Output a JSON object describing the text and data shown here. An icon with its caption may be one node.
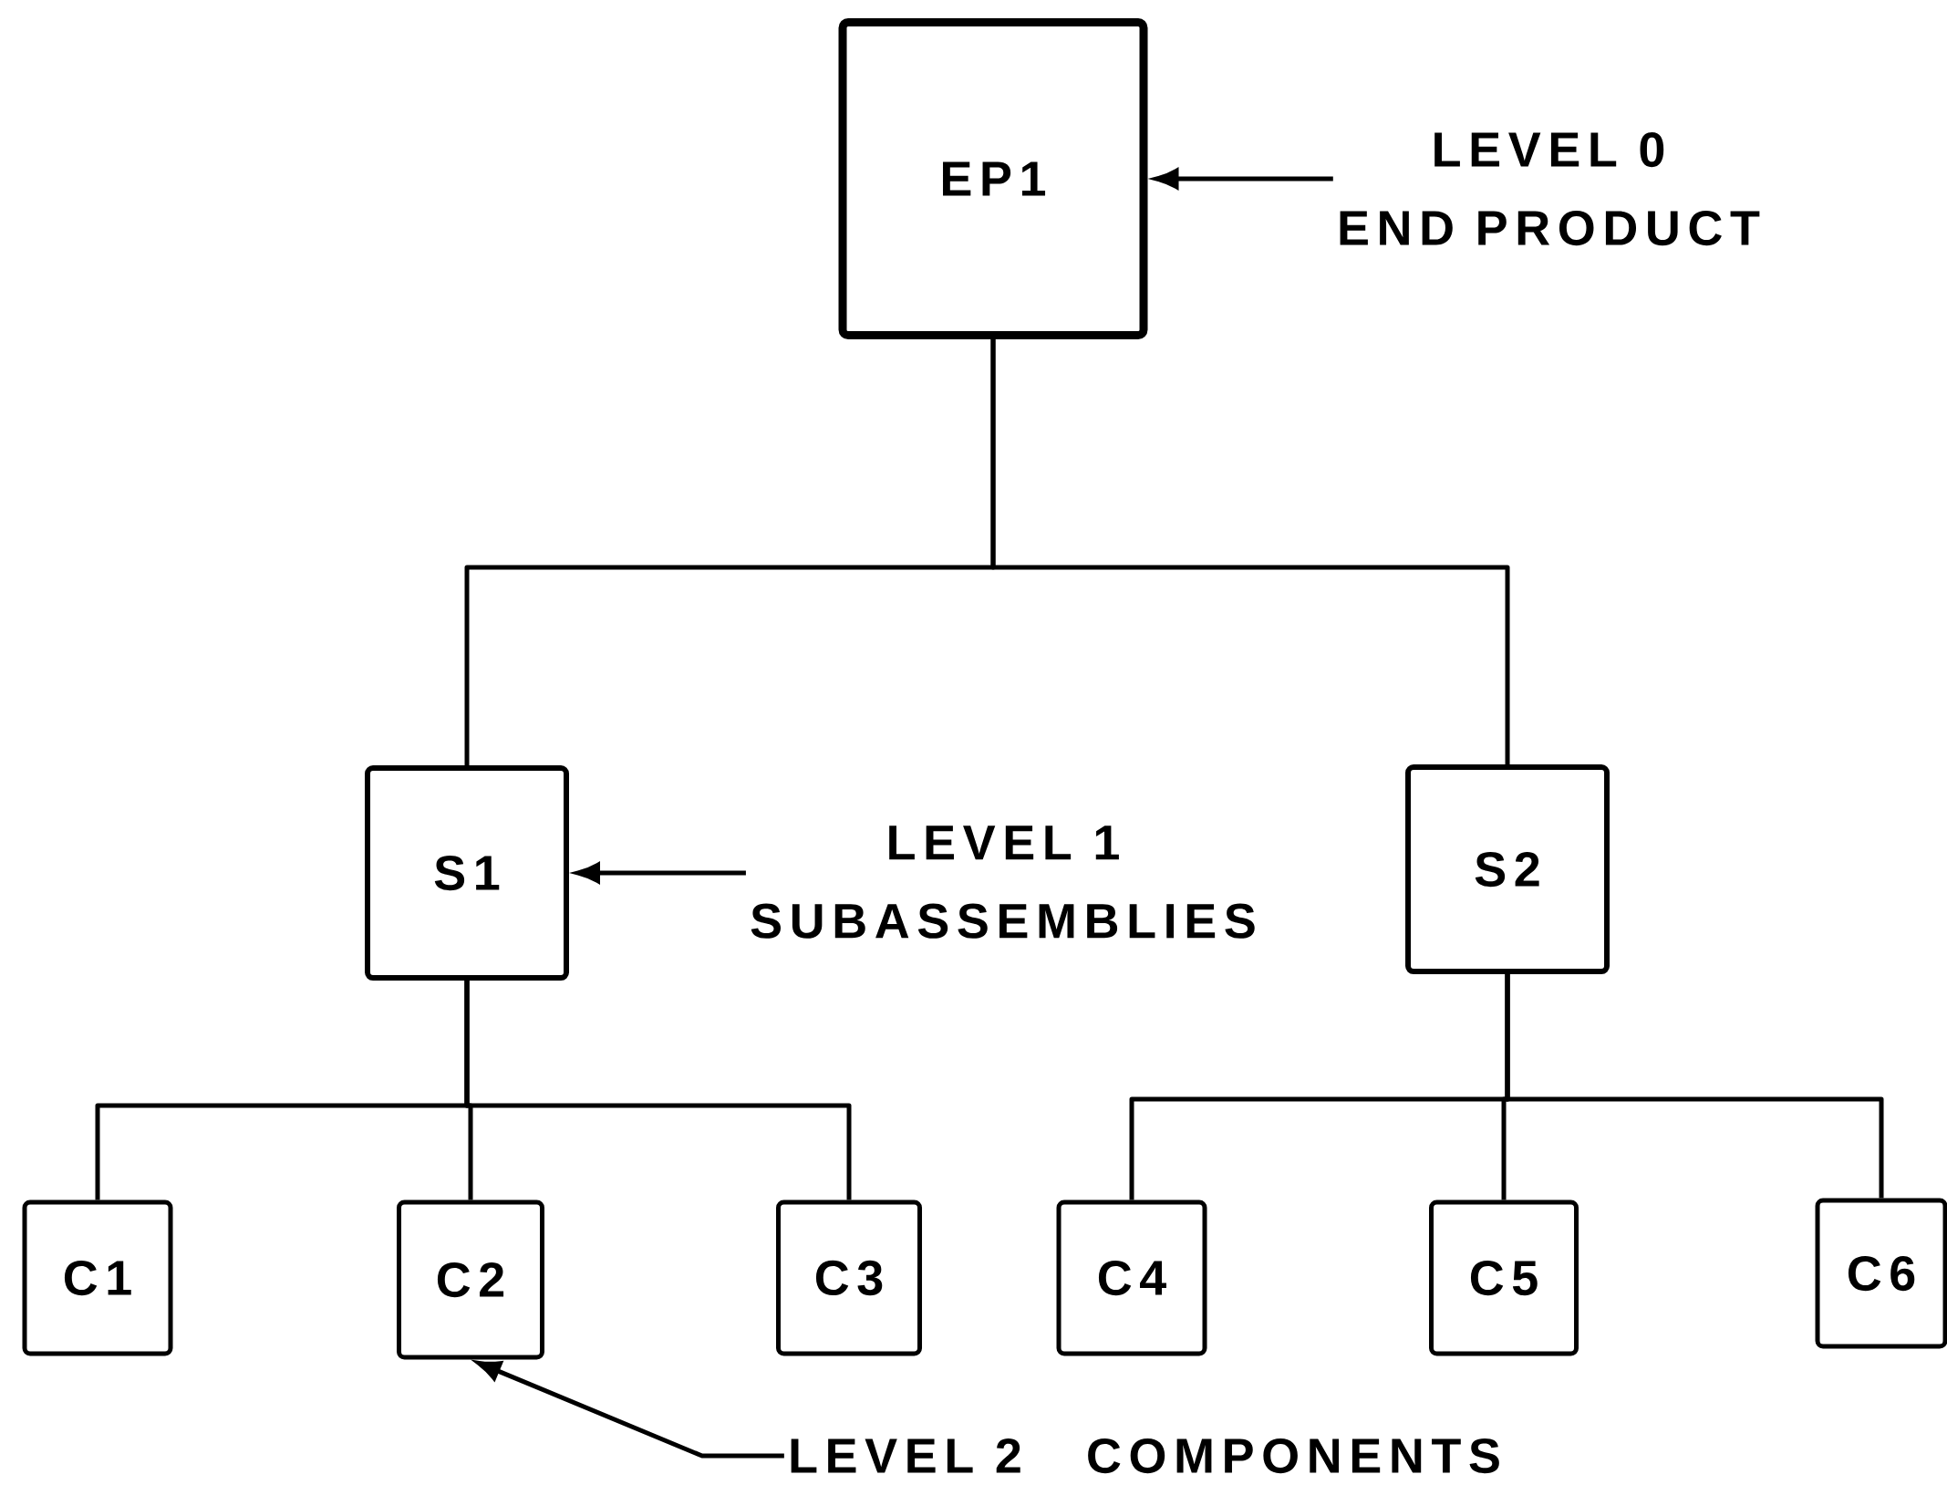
{
  "diagram": {
    "nodes": [
      {
        "text": [
          "EP1"
        ]
      },
      {
        "text": [
          "S1"
        ]
      },
      {
        "text": [
          "S2"
        ]
      },
      {
        "text": [
          "C1"
        ]
      },
      {
        "text": [
          "C2"
        ]
      },
      {
        "text": [
          "C3"
        ]
      },
      {
        "text": [
          "C4"
        ]
      },
      {
        "text": [
          "C5"
        ]
      },
      {
        "text": [
          "C6"
        ]
      },
      {
        "text": [
          "LEVEL 0",
          "END PRODUCT"
        ]
      },
      {
        "text": [
          "LEVEL 1",
          "SUBASSEMBLIES"
        ]
      },
      {
        "text": [
          "LEVEL 2",
          "COMPONENTS"
        ]
      }
    ],
    "edges": [
      {
        "from": 0,
        "to": 1,
        "arrow": "none"
      },
      {
        "from": 0,
        "to": 2,
        "arrow": "none"
      },
      {
        "from": 1,
        "to": 3,
        "arrow": "none"
      },
      {
        "from": 1,
        "to": 4,
        "arrow": "none"
      },
      {
        "from": 1,
        "to": 5,
        "arrow": "none"
      },
      {
        "from": 2,
        "to": 6,
        "arrow": "none"
      },
      {
        "from": 2,
        "to": 7,
        "arrow": "none"
      },
      {
        "from": 2,
        "to": 8,
        "arrow": "none"
      },
      {
        "from": 9,
        "to": 0,
        "arrow": "to"
      },
      {
        "from": 10,
        "to": 1,
        "arrow": "to"
      },
      {
        "from": 11,
        "to": 4,
        "arrow": "to"
      }
    ]
  }
}
